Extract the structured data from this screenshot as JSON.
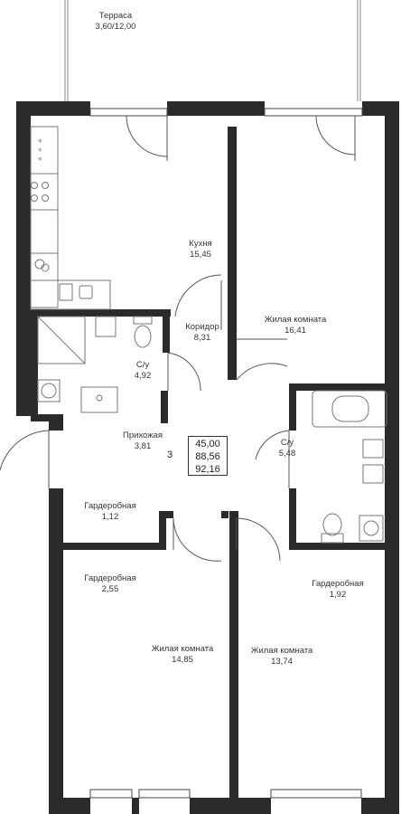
{
  "terrace": {
    "name": "Терраса",
    "area": "3,60/12,00"
  },
  "rooms": [
    {
      "id": "kitchen",
      "name": "Кухня",
      "area": "15,45"
    },
    {
      "id": "corridor",
      "name": "Коридор",
      "area": "8,31"
    },
    {
      "id": "living-1",
      "name": "Жилая комната",
      "area": "16,41"
    },
    {
      "id": "bath-1",
      "name": "С/у",
      "area": "4,92"
    },
    {
      "id": "hall",
      "name": "Прихожая",
      "area": "3,81"
    },
    {
      "id": "bath-2",
      "name": "С/у",
      "area": "5,48"
    },
    {
      "id": "wardrobe-1",
      "name": "Гардеробная",
      "area": "1,12"
    },
    {
      "id": "wardrobe-2",
      "name": "Гардеробная",
      "area": "2,55"
    },
    {
      "id": "wardrobe-3",
      "name": "Гардеробная",
      "area": "1,92"
    },
    {
      "id": "living-2",
      "name": "Жилая комната",
      "area": "14,85"
    },
    {
      "id": "living-3",
      "name": "Жилая комната",
      "area": "13,74"
    }
  ],
  "summary": {
    "rooms_count": "3",
    "living_area": "45,00",
    "total_area": "88,56",
    "total_with_terrace": "92,16"
  },
  "colors": {
    "wall": "#2b2b2b",
    "line": "#555555",
    "fixture": "#777777"
  }
}
